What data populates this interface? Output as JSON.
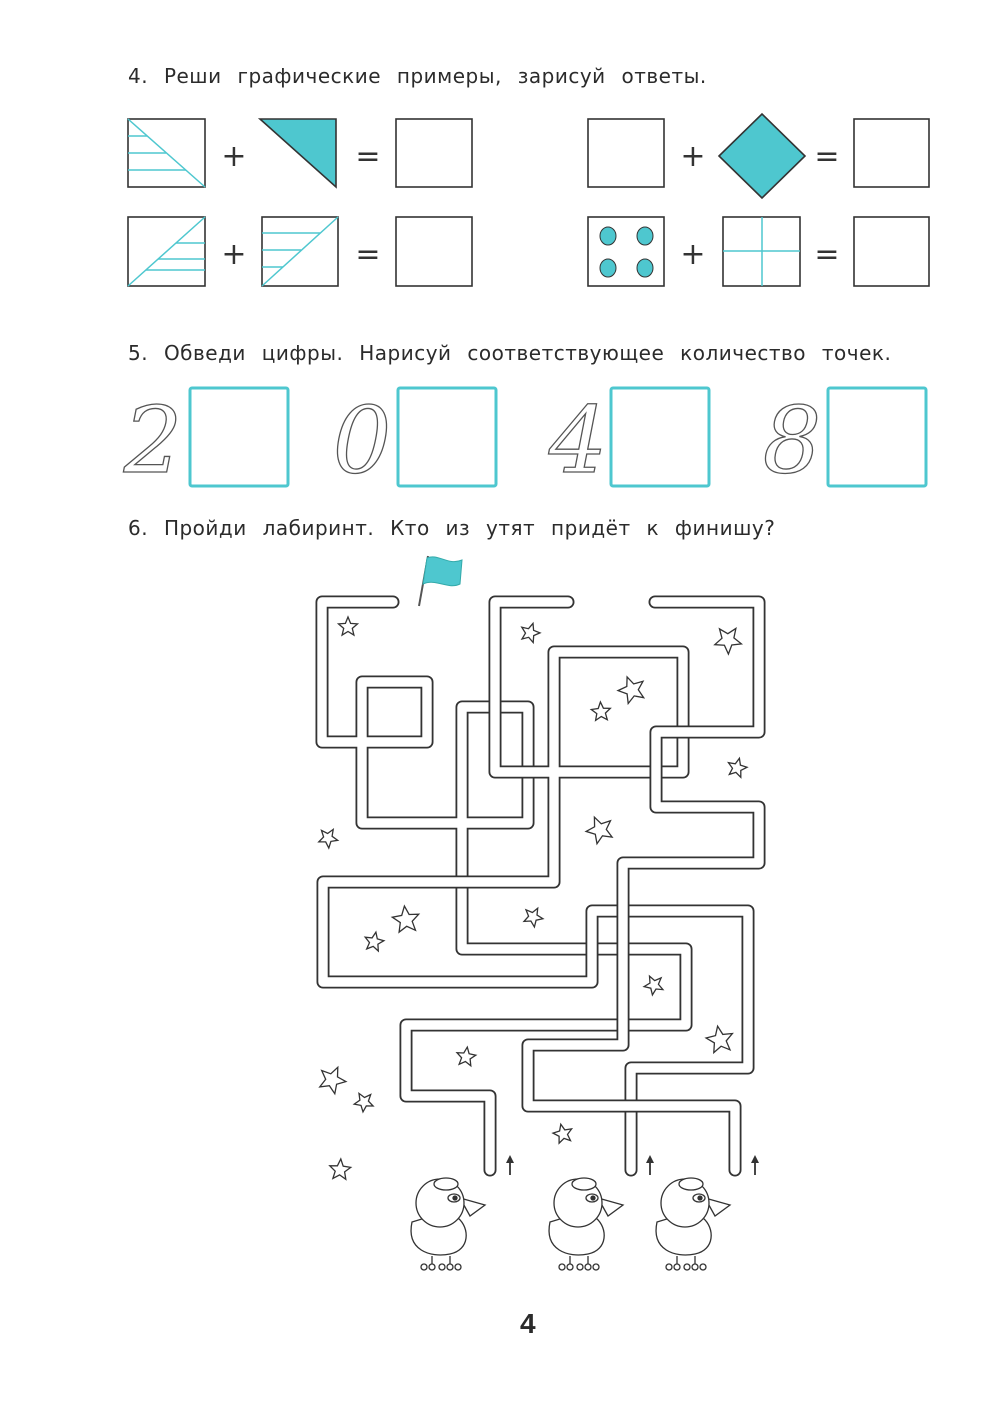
{
  "colors": {
    "accent": "#4ec7cf",
    "ink": "#2b2b2b",
    "digit": "#555555"
  },
  "task4": {
    "title": "4.  Реши  графические  примеры,  зарисуй  ответы.",
    "plus": "+",
    "equals": "="
  },
  "task5": {
    "title": "5.  Обведи  цифры.  Нарисуй  соответствующее  количество  точек.",
    "digits": [
      "2",
      "0",
      "4",
      "8"
    ]
  },
  "task6": {
    "title": "6.  Пройди  лабиринт.  Кто  из  утят  придёт  к  финишу?",
    "icons": [
      "flag-icon",
      "star-icon",
      "duck-icon",
      "arrow-up-icon"
    ]
  },
  "page_number": "4"
}
